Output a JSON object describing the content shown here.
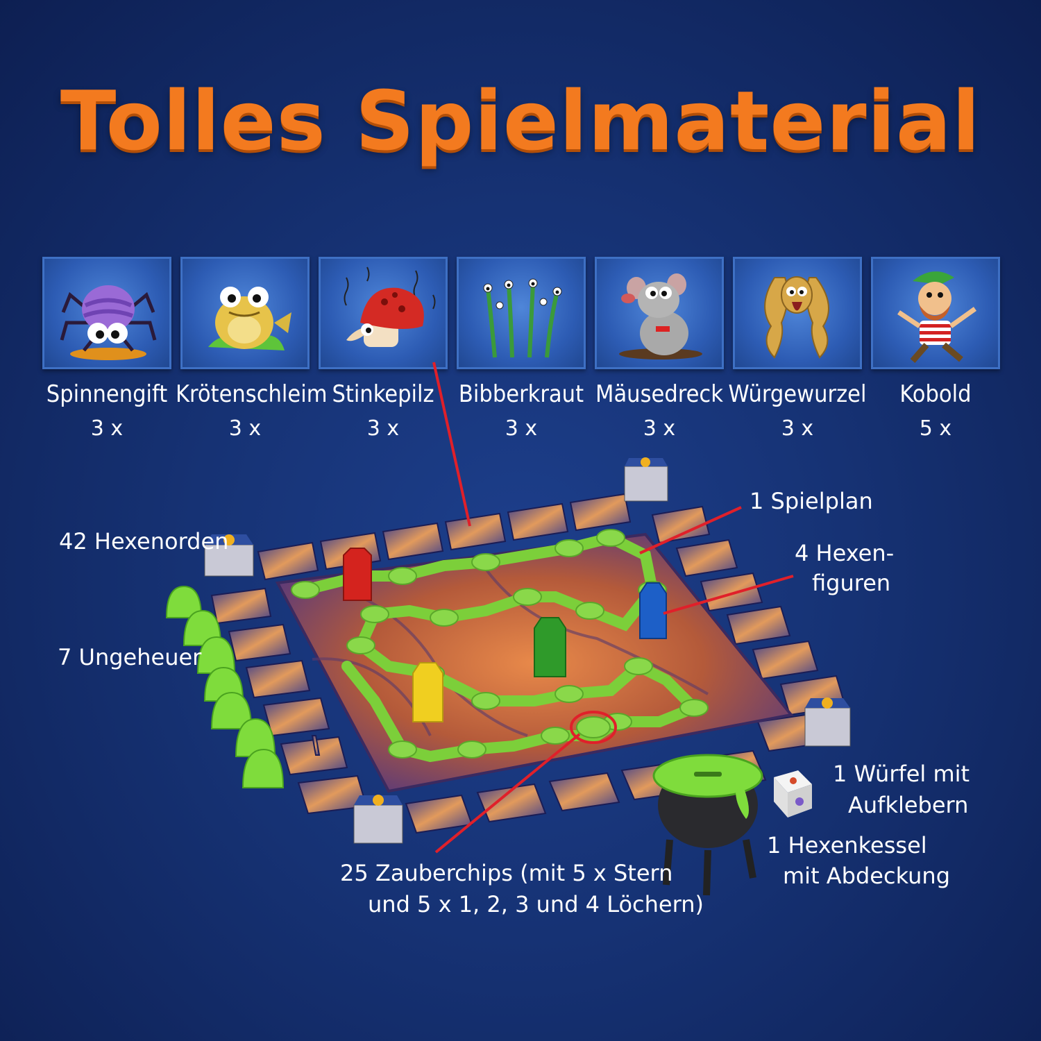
{
  "title": "Tolles Spielmaterial",
  "ingredients": [
    {
      "name": "Spinnengift",
      "count": "3 x",
      "icon": "spider-icon"
    },
    {
      "name": "Krötenschleim",
      "count": "3 x",
      "icon": "toad-icon"
    },
    {
      "name": "Stinkepilz",
      "count": "3 x",
      "icon": "mushroom-icon"
    },
    {
      "name": "Bibberkraut",
      "count": "3 x",
      "icon": "herb-icon"
    },
    {
      "name": "Mäusedreck",
      "count": "3 x",
      "icon": "mouse-icon"
    },
    {
      "name": "Würgewurzel",
      "count": "3 x",
      "icon": "root-icon"
    },
    {
      "name": "Kobold",
      "count": "5 x",
      "icon": "goblin-icon"
    }
  ],
  "components": {
    "spielplan": "1 Spielplan",
    "hexenfiguren_line1": "4 Hexen-",
    "hexenfiguren_line2": "figuren",
    "hexenorden": "42 Hexenorden",
    "ungeheuer": "7 Ungeheuer",
    "wuerfel_line1": "1 Würfel mit",
    "wuerfel_line2": "Aufklebern",
    "kessel_line1": "1 Hexenkessel",
    "kessel_line2": "mit Abdeckung",
    "zauberchips_line1": "25 Zauberchips (mit 5 x Stern",
    "zauberchips_line2": "und 5 x 1, 2, 3 und 4 Löchern)"
  },
  "colors": {
    "title": "#f37a1f",
    "leader_line": "#e0202a",
    "path_green": "#7ccf3a",
    "figure_red": "#d4231e",
    "figure_blue": "#1d5fc7",
    "figure_green": "#2f9a2a",
    "figure_yellow": "#f0cf20"
  }
}
